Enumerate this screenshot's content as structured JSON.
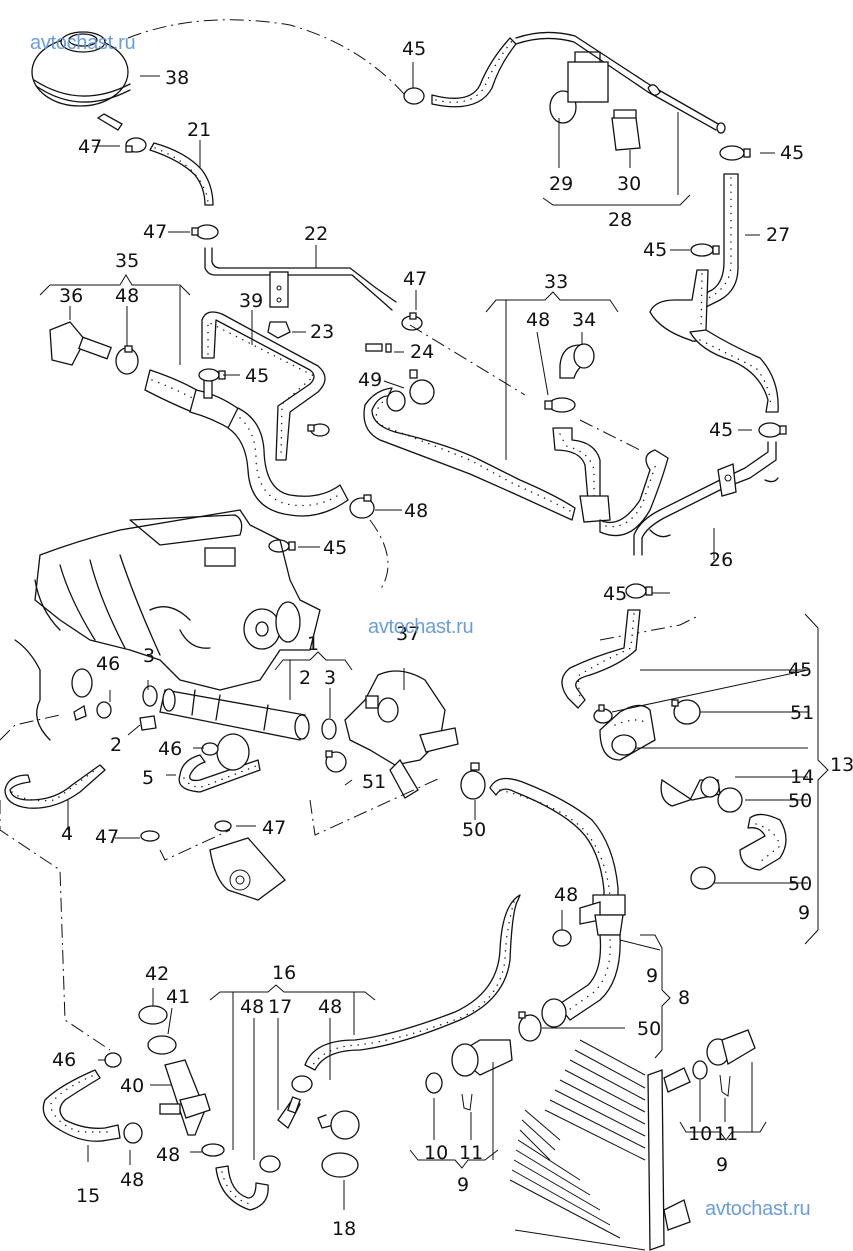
{
  "title": "Cooling system hoses and connecting parts (exploded parts diagram)",
  "watermark": "avtochast.ru",
  "watermark_color": "#5a93d8",
  "callouts": [
    {
      "id": "c38",
      "num": "38"
    },
    {
      "id": "c21",
      "num": "21"
    },
    {
      "id": "c47a",
      "num": "47"
    },
    {
      "id": "c47b",
      "num": "47"
    },
    {
      "id": "c45a",
      "num": "45"
    },
    {
      "id": "c29",
      "num": "29"
    },
    {
      "id": "c30",
      "num": "30"
    },
    {
      "id": "c28",
      "num": "28"
    },
    {
      "id": "c45b",
      "num": "45"
    },
    {
      "id": "c27",
      "num": "27"
    },
    {
      "id": "c45c",
      "num": "45"
    },
    {
      "id": "c22",
      "num": "22"
    },
    {
      "id": "c35",
      "num": "35"
    },
    {
      "id": "c36",
      "num": "36"
    },
    {
      "id": "c48a",
      "num": "48"
    },
    {
      "id": "c39",
      "num": "39"
    },
    {
      "id": "c23",
      "num": "23"
    },
    {
      "id": "c47c",
      "num": "47"
    },
    {
      "id": "c24",
      "num": "24"
    },
    {
      "id": "c33",
      "num": "33"
    },
    {
      "id": "c48b",
      "num": "48"
    },
    {
      "id": "c34",
      "num": "34"
    },
    {
      "id": "c45d",
      "num": "45"
    },
    {
      "id": "c49",
      "num": "49"
    },
    {
      "id": "c45e",
      "num": "45"
    },
    {
      "id": "c48c",
      "num": "48"
    },
    {
      "id": "c45f",
      "num": "45"
    },
    {
      "id": "c26",
      "num": "26"
    },
    {
      "id": "c45g",
      "num": "45"
    },
    {
      "id": "c1",
      "num": "1"
    },
    {
      "id": "c2a",
      "num": "2"
    },
    {
      "id": "c3a",
      "num": "3"
    },
    {
      "id": "c37",
      "num": "37"
    },
    {
      "id": "c46a",
      "num": "46"
    },
    {
      "id": "c3b",
      "num": "3"
    },
    {
      "id": "c2b",
      "num": "2"
    },
    {
      "id": "c46b",
      "num": "46"
    },
    {
      "id": "c5",
      "num": "5"
    },
    {
      "id": "c51a",
      "num": "51"
    },
    {
      "id": "c4",
      "num": "4"
    },
    {
      "id": "c47d",
      "num": "47"
    },
    {
      "id": "c47e",
      "num": "47"
    },
    {
      "id": "c45h",
      "num": "45"
    },
    {
      "id": "c51b",
      "num": "51"
    },
    {
      "id": "c13",
      "num": "13"
    },
    {
      "id": "c14",
      "num": "14"
    },
    {
      "id": "c50a",
      "num": "50"
    },
    {
      "id": "c50b",
      "num": "50"
    },
    {
      "id": "c9a",
      "num": "9"
    },
    {
      "id": "c50c",
      "num": "50"
    },
    {
      "id": "c48d",
      "num": "48"
    },
    {
      "id": "c9b",
      "num": "9"
    },
    {
      "id": "c8",
      "num": "8"
    },
    {
      "id": "c50d",
      "num": "50"
    },
    {
      "id": "c42",
      "num": "42"
    },
    {
      "id": "c41",
      "num": "41"
    },
    {
      "id": "c16",
      "num": "16"
    },
    {
      "id": "c48e",
      "num": "48"
    },
    {
      "id": "c17",
      "num": "17"
    },
    {
      "id": "c48f",
      "num": "48"
    },
    {
      "id": "c46c",
      "num": "46"
    },
    {
      "id": "c40",
      "num": "40"
    },
    {
      "id": "c15",
      "num": "15"
    },
    {
      "id": "c48g",
      "num": "48"
    },
    {
      "id": "c48h",
      "num": "48"
    },
    {
      "id": "c18",
      "num": "18"
    },
    {
      "id": "c10a",
      "num": "10"
    },
    {
      "id": "c11a",
      "num": "11"
    },
    {
      "id": "c9c",
      "num": "9"
    },
    {
      "id": "c10b",
      "num": "10"
    },
    {
      "id": "c11b",
      "num": "11"
    },
    {
      "id": "c9d",
      "num": "9"
    }
  ]
}
